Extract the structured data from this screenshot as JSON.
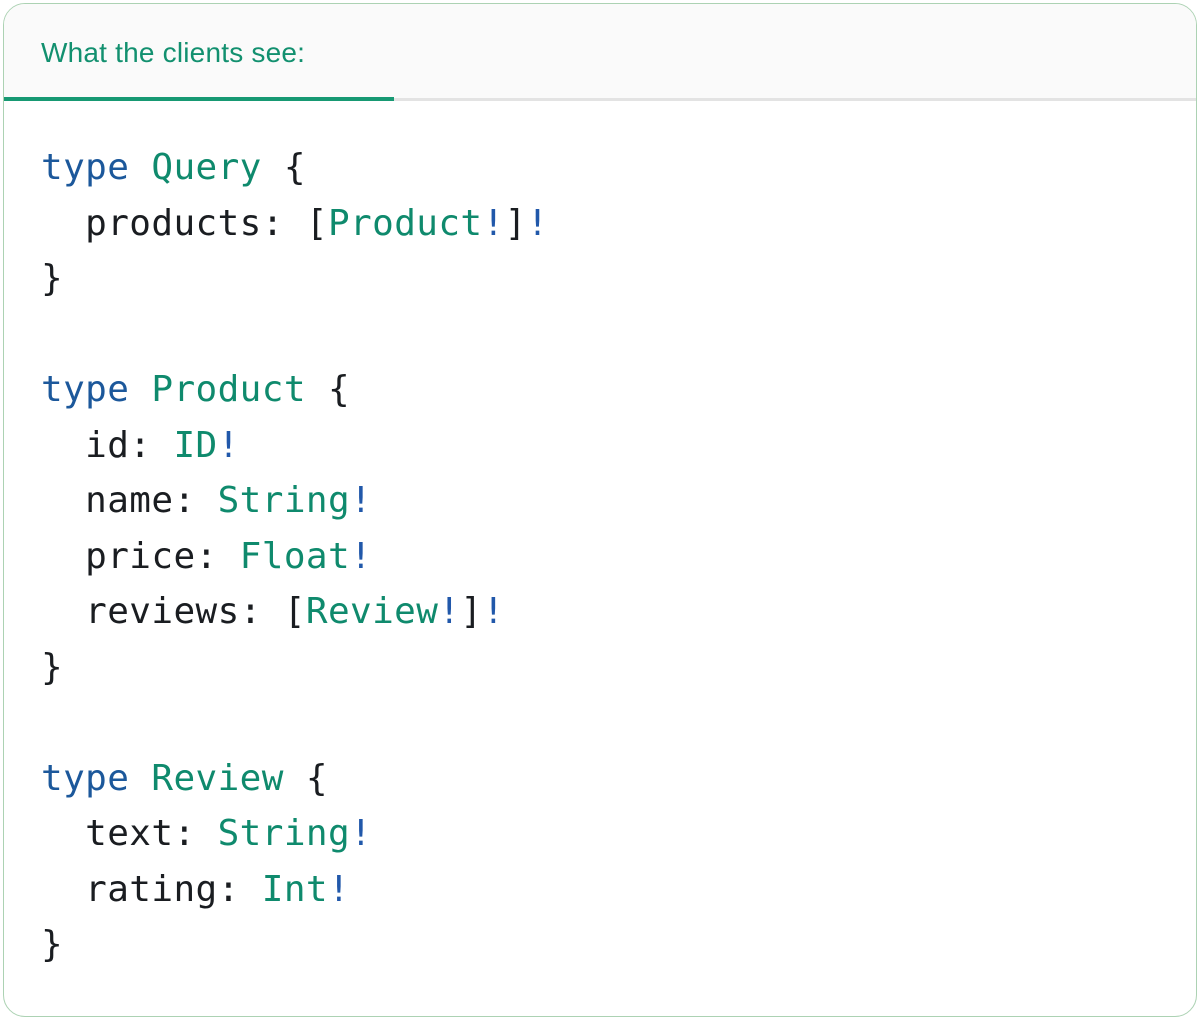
{
  "tab_bar": {
    "active_tab": "What the clients see:"
  },
  "colors": {
    "card_bg": "#FFFFFF",
    "card_border": "#ACD2B3",
    "header_bg": "#FAFAFA",
    "divider_gray": "#E3E3E3",
    "tab_underline": "#179973",
    "teal_label": "#12906F",
    "teal_type": "#0F8A6D",
    "keyword_blue": "#1C589B",
    "bang_blue": "#2158AA",
    "code_dark": "#1A1D21"
  },
  "code": {
    "language": "graphql",
    "lines": [
      [
        [
          "kw",
          "type"
        ],
        [
          "pl",
          " "
        ],
        [
          "ty",
          "Query"
        ],
        [
          "pl",
          " {"
        ]
      ],
      [
        [
          "pl",
          "  products: ["
        ],
        [
          "ty",
          "Product"
        ],
        [
          "bg",
          "!"
        ],
        [
          "pl",
          "]"
        ],
        [
          "bg",
          "!"
        ]
      ],
      [
        [
          "pl",
          "}"
        ]
      ],
      [],
      [
        [
          "kw",
          "type"
        ],
        [
          "pl",
          " "
        ],
        [
          "ty",
          "Product"
        ],
        [
          "pl",
          " {"
        ]
      ],
      [
        [
          "pl",
          "  id: "
        ],
        [
          "ty",
          "ID"
        ],
        [
          "bg",
          "!"
        ]
      ],
      [
        [
          "pl",
          "  name: "
        ],
        [
          "ty",
          "String"
        ],
        [
          "bg",
          "!"
        ]
      ],
      [
        [
          "pl",
          "  price: "
        ],
        [
          "ty",
          "Float"
        ],
        [
          "bg",
          "!"
        ]
      ],
      [
        [
          "pl",
          "  reviews: ["
        ],
        [
          "ty",
          "Review"
        ],
        [
          "bg",
          "!"
        ],
        [
          "pl",
          "]"
        ],
        [
          "bg",
          "!"
        ]
      ],
      [
        [
          "pl",
          "}"
        ]
      ],
      [],
      [
        [
          "kw",
          "type"
        ],
        [
          "pl",
          " "
        ],
        [
          "ty",
          "Review"
        ],
        [
          "pl",
          " {"
        ]
      ],
      [
        [
          "pl",
          "  text: "
        ],
        [
          "ty",
          "String"
        ],
        [
          "bg",
          "!"
        ]
      ],
      [
        [
          "pl",
          "  rating: "
        ],
        [
          "ty",
          "Int"
        ],
        [
          "bg",
          "!"
        ]
      ],
      [
        [
          "pl",
          "}"
        ]
      ]
    ]
  }
}
